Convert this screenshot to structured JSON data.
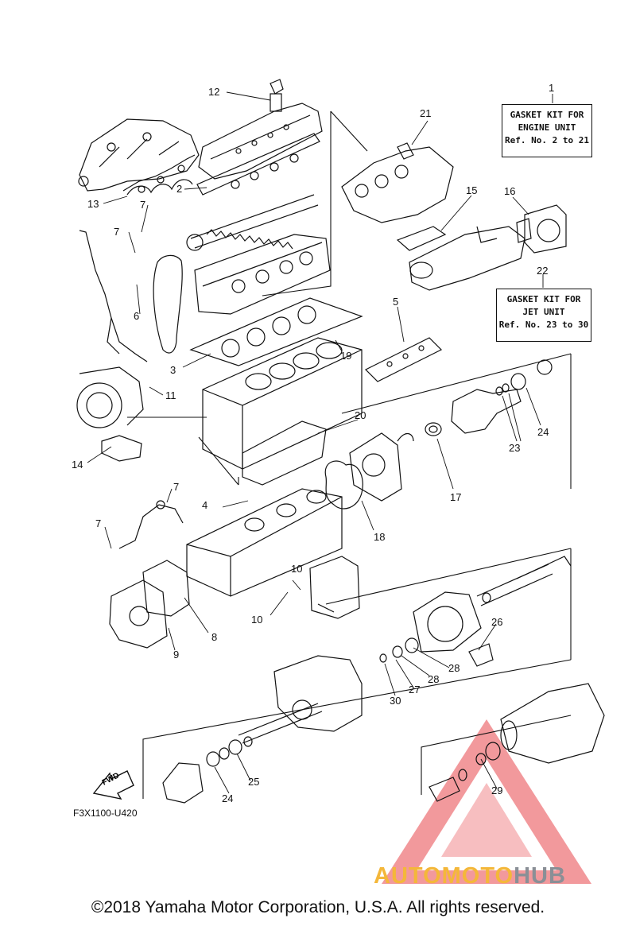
{
  "diagram": {
    "code": "F3X1100-U420",
    "fwd_label": "FWD",
    "copyright": "©2018 Yamaha Motor Corporation, U.S.A. All rights reserved."
  },
  "kits": {
    "engine": {
      "lines": [
        "GASKET KIT FOR",
        "ENGINE UNIT",
        "Ref. No. 2 to 21"
      ]
    },
    "jet": {
      "lines": [
        "GASKET KIT FOR",
        "JET UNIT",
        "Ref. No. 23 to 30"
      ]
    }
  },
  "watermark": {
    "part1": "AUTOMOTO",
    "part2": "HUB",
    "colors": {
      "triangle": "#e8454a",
      "text_orange": "#f4b73a",
      "text_gray": "#8a8f96"
    }
  },
  "ref_numbers": {
    "r1": "1",
    "r2": "2",
    "r3": "3",
    "r4": "4",
    "r5": "5",
    "r6": "6",
    "r7a": "7",
    "r7b": "7",
    "r7c": "7",
    "r7d": "7",
    "r8": "8",
    "r9": "9",
    "r10a": "10",
    "r10b": "10",
    "r11": "11",
    "r12": "12",
    "r13": "13",
    "r14": "14",
    "r15": "15",
    "r16": "16",
    "r17": "17",
    "r18": "18",
    "r19": "19",
    "r20": "20",
    "r21": "21",
    "r22": "22",
    "r23": "23",
    "r24a": "24",
    "r24b": "24",
    "r25": "25",
    "r26": "26",
    "r27": "27",
    "r28a": "28",
    "r28b": "28",
    "r29": "29",
    "r30": "30"
  }
}
